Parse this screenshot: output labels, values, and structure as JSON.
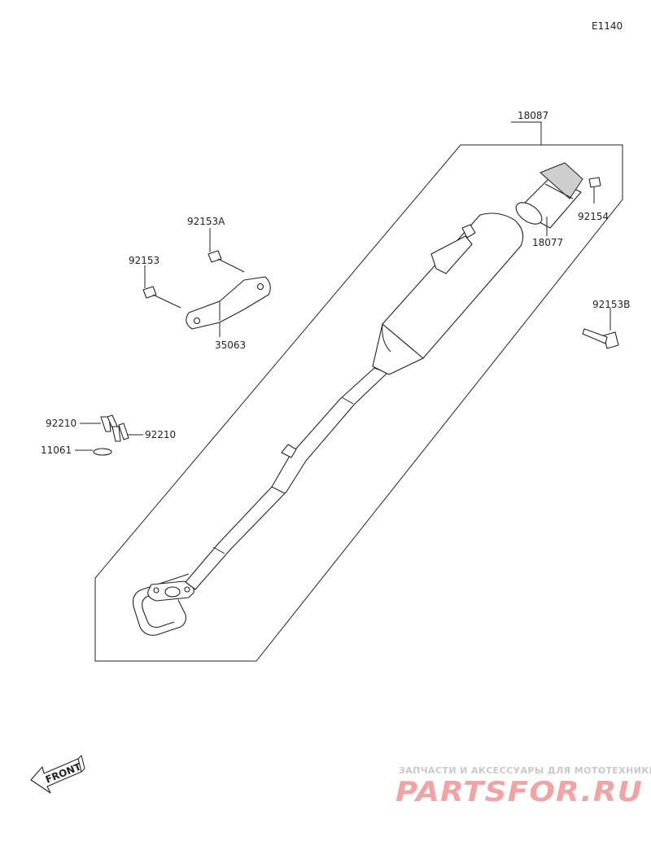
{
  "diagram": {
    "code": "E1140",
    "parts": [
      {
        "id": "18087"
      },
      {
        "id": "18077"
      },
      {
        "id": "92154"
      },
      {
        "id": "92153A"
      },
      {
        "id": "92153"
      },
      {
        "id": "35063"
      },
      {
        "id": "92153B"
      },
      {
        "id": "92210"
      },
      {
        "id": "92210"
      },
      {
        "id": "11061"
      }
    ],
    "front_label": "FRONT"
  },
  "watermark": {
    "tagline": "ЗАПЧАСТИ И АКСЕССУАРЫ ДЛЯ МОТОТЕХНИКИ",
    "logo": "PARTSFOR.RU",
    "colors": {
      "tagline": "#c9c9c9",
      "logo": "#f2a3a3"
    }
  }
}
